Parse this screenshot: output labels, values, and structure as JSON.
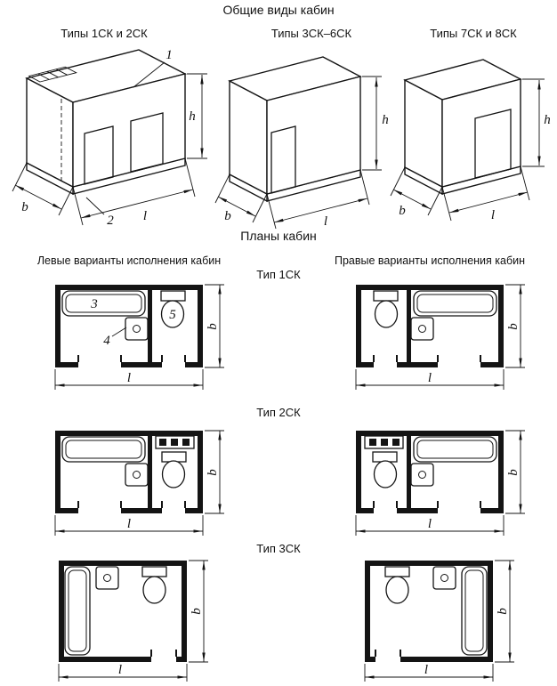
{
  "titles": {
    "general": "Общие виды кабин",
    "plans": "Планы кабин"
  },
  "iso_captions": {
    "v1": "Типы 1СК и 2СК",
    "v2": "Типы 3СК–6СК",
    "v3": "Типы 7СК и 8СК"
  },
  "plan_headers": {
    "left": "Левые варианты исполнения кабин",
    "right": "Правые варианты исполнения кабин"
  },
  "plan_types": {
    "t1": "Тип 1СК",
    "t2": "Тип 2СК",
    "t3": "Тип 3СК"
  },
  "callouts": {
    "c1": "1",
    "c2": "2",
    "c3": "3",
    "c4": "4",
    "c5": "5"
  },
  "dim_labels": {
    "b": "b",
    "l": "l",
    "h": "h"
  }
}
